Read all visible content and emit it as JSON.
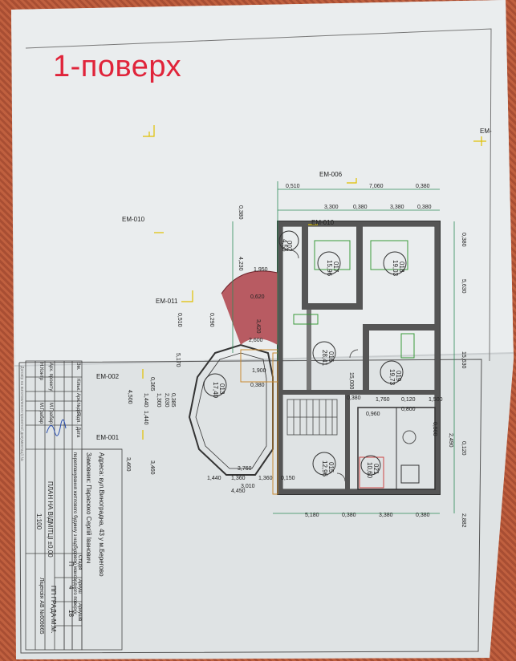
{
  "heading": "1-поверх",
  "markers": {
    "em_top": "ЕМ-",
    "em006": "ЕМ-006",
    "em010a": "ЕМ-010",
    "em010b": "ЕМ-010",
    "em011": "ЕМ-011",
    "em002": "ЕМ-002",
    "em001": "ЕМ-001"
  },
  "rooms": [
    {
      "id": "002",
      "area": "4,56"
    },
    {
      "id": "017",
      "area": "15,96"
    },
    {
      "id": "018",
      "area": "19,03"
    },
    {
      "id": "016",
      "area": "28,41"
    },
    {
      "id": "019",
      "area": "19,73"
    },
    {
      "id": "013",
      "area": "17,40"
    },
    {
      "id": "015",
      "area": "12,96"
    },
    {
      "id": "021",
      "area": "10,60"
    }
  ],
  "dims": {
    "top_total": "7,060",
    "top_a": "0,510",
    "top_b": "0,380",
    "top_row": [
      "3,300",
      "0,380",
      "3,380",
      "0,380"
    ],
    "right": [
      "0,380",
      "5,630",
      "15,630",
      "2,490",
      "0,120",
      "2,882"
    ],
    "left": [
      "0,380",
      "4,230",
      "1,950",
      "0,620",
      "0,510",
      "0,290",
      "5,170"
    ],
    "mid": [
      "1,900",
      "0,380",
      "3,420",
      "2,600",
      "1,760",
      "0,120",
      "1,500",
      "0,960",
      "0,800",
      "0,500",
      "15,000",
      "0,380"
    ],
    "bottom_row": [
      "5,180",
      "0,380",
      "3,380",
      "0,380"
    ],
    "bottom_a": [
      "1,440",
      "1,360",
      "1,360",
      "0,150",
      "3,010",
      "4,450",
      "3,760"
    ],
    "bay": [
      "0,365",
      "1,440",
      "4,500",
      "1,300",
      "2,030",
      "0,385",
      "1,440",
      "3,460",
      "3,460"
    ]
  },
  "title_block": {
    "address": "Адреса: вул.Виноградна, 43 у м.Берегово",
    "customer": "Замовник: Парасюко Сергій Іванович",
    "description": "перепланування житлового будинку з надбудовою мансардного поверху",
    "sheet_name": "ПЛАН НА ВІДМІТЦІ ±0,00",
    "scale": "1:100",
    "stage_hdr": "Стадія",
    "sheet_hdr": "Аркуш",
    "sheets_hdr": "Аркушів",
    "stage": "П",
    "sheet": "4",
    "sheets": "18",
    "org": "ПП ГРАДА-М.М.",
    "license": "Ліцензія АВ №609865",
    "col_headers": [
      "Зм.",
      "Кільк.",
      "Арк.",
      "№док.",
      "Підп.",
      "Дата"
    ],
    "roles": [
      "Арх. проекту",
      "Н.Контр"
    ],
    "signers": [
      "М.Грабар",
      "М.Грабар"
    ]
  },
  "side_strip": "Договір на виготовлення проектної документації №"
}
